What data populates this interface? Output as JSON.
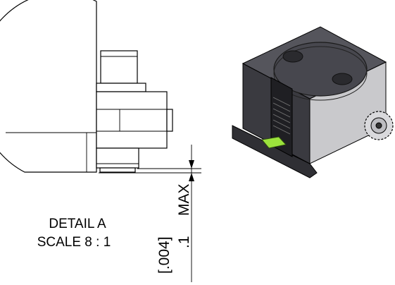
{
  "detail": {
    "title": "DETAIL A",
    "scale": "SCALE 8 : 1"
  },
  "dimension": {
    "primary": ".1",
    "secondary": "[.004]",
    "tolerance": "MAX"
  },
  "colors": {
    "body_dark": "#3a3a40",
    "body_mid": "#55555c",
    "body_light": "#c9c9cc",
    "highlight": "#9be23c"
  }
}
